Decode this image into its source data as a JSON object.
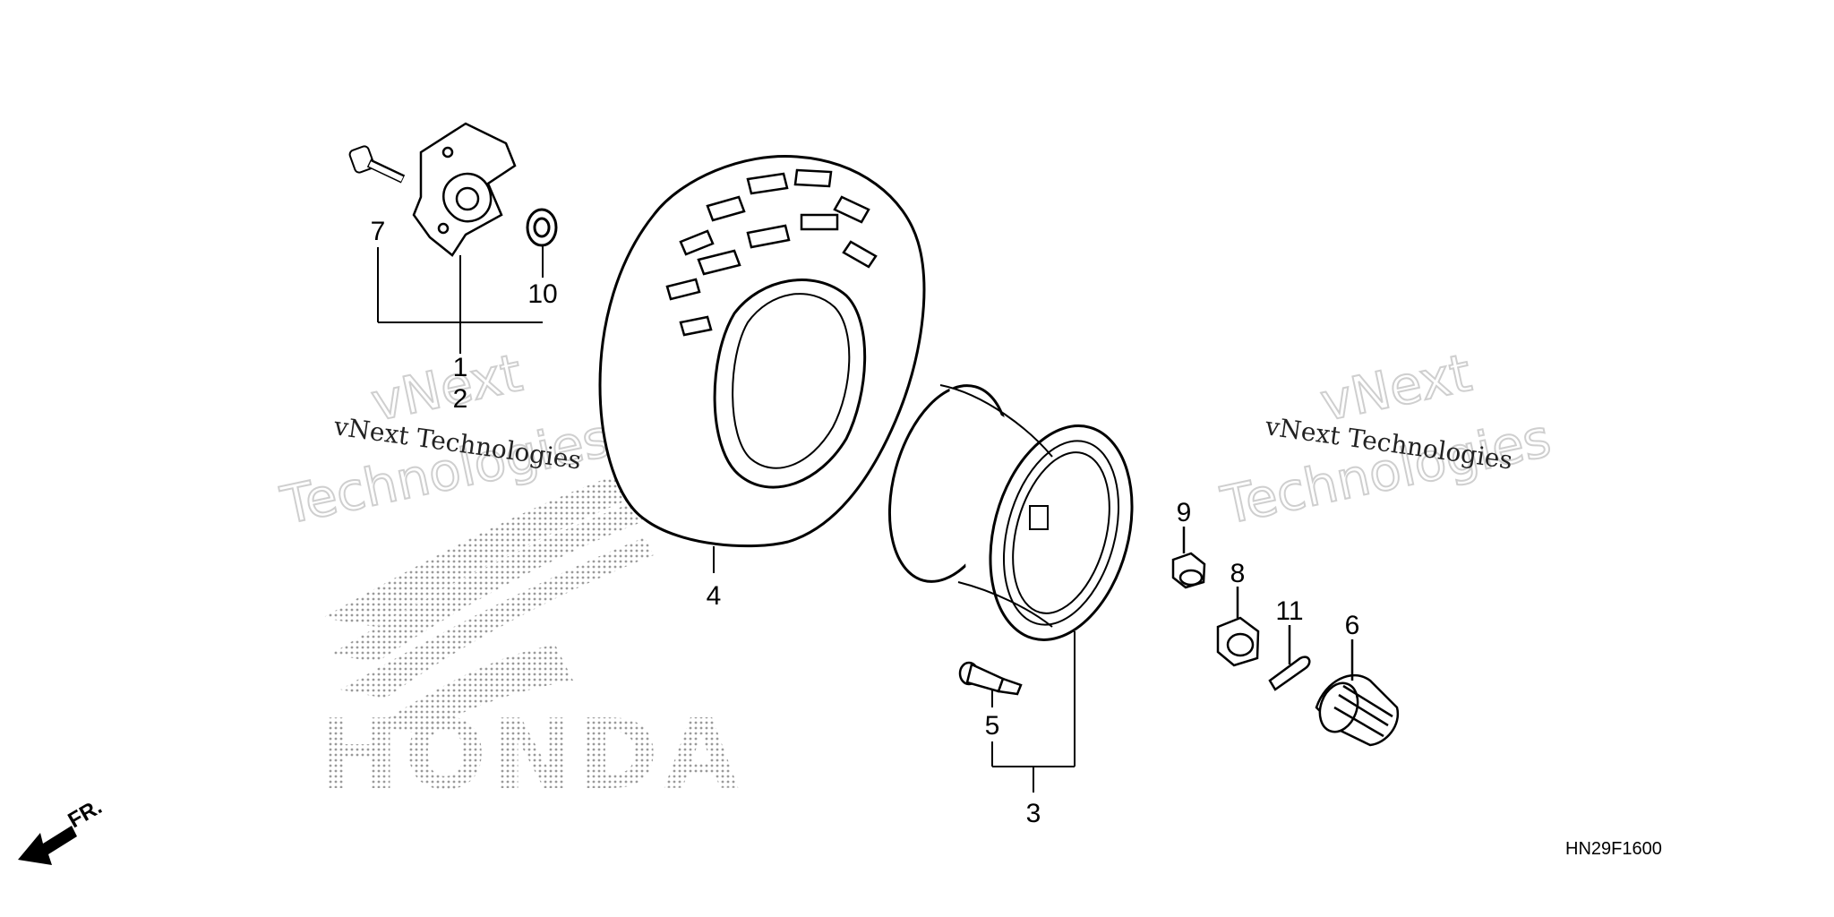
{
  "diagram": {
    "reference_code": "HN29F1600",
    "front_indicator": "FR.",
    "brand_logo": "HONDA",
    "watermark": {
      "line1": "vNext Technologies",
      "line2_a": "vNext",
      "line2_b": "Technologies"
    },
    "callouts": {
      "c1": "1",
      "c2": "2",
      "c3": "3",
      "c4": "4",
      "c5": "5",
      "c6": "6",
      "c7": "7",
      "c8": "8",
      "c9": "9",
      "c10": "10",
      "c11": "11"
    },
    "colors": {
      "line": "#000000",
      "watermark": "#cfcfcf",
      "halftone": "#9a9a9a"
    }
  }
}
